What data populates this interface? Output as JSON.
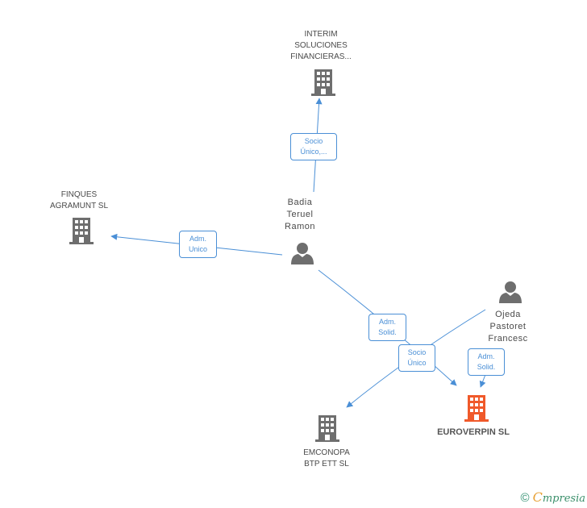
{
  "nodes": {
    "interim": {
      "lines": [
        "INTERIM",
        "SOLUCIONES",
        "FINANCIERAS..."
      ]
    },
    "finques": {
      "lines": [
        "FINQUES",
        "AGRAMUNT SL"
      ]
    },
    "badia": {
      "lines": [
        "Badia",
        "Teruel",
        "Ramon"
      ]
    },
    "ojeda": {
      "lines": [
        "Ojeda",
        "Pastoret",
        "Francesc"
      ]
    },
    "emconopa": {
      "lines": [
        "EMCONOPA",
        "BTP ETT  SL"
      ]
    },
    "euroverpin": {
      "lines": [
        "EUROVERPIN SL"
      ]
    }
  },
  "edges": {
    "socio_interim": {
      "lines": [
        "Socio",
        "Único,..."
      ]
    },
    "adm_finques": {
      "lines": [
        "Adm.",
        "Unico"
      ]
    },
    "adm_solid_badia": {
      "lines": [
        "Adm.",
        "Solid."
      ]
    },
    "socio_emconopa": {
      "lines": [
        "Socio",
        "Único"
      ]
    },
    "adm_solid_ojeda": {
      "lines": [
        "Adm.",
        "Solid."
      ]
    }
  },
  "colors": {
    "edge": "#4a8fd6",
    "company": "#6e6e6e",
    "person": "#6e6e6e",
    "focus": "#f0592a"
  },
  "icons": {
    "company": "building-icon",
    "person": "person-icon"
  },
  "brand": {
    "copyright": "©",
    "e": "C",
    "rest": "mpresia"
  }
}
